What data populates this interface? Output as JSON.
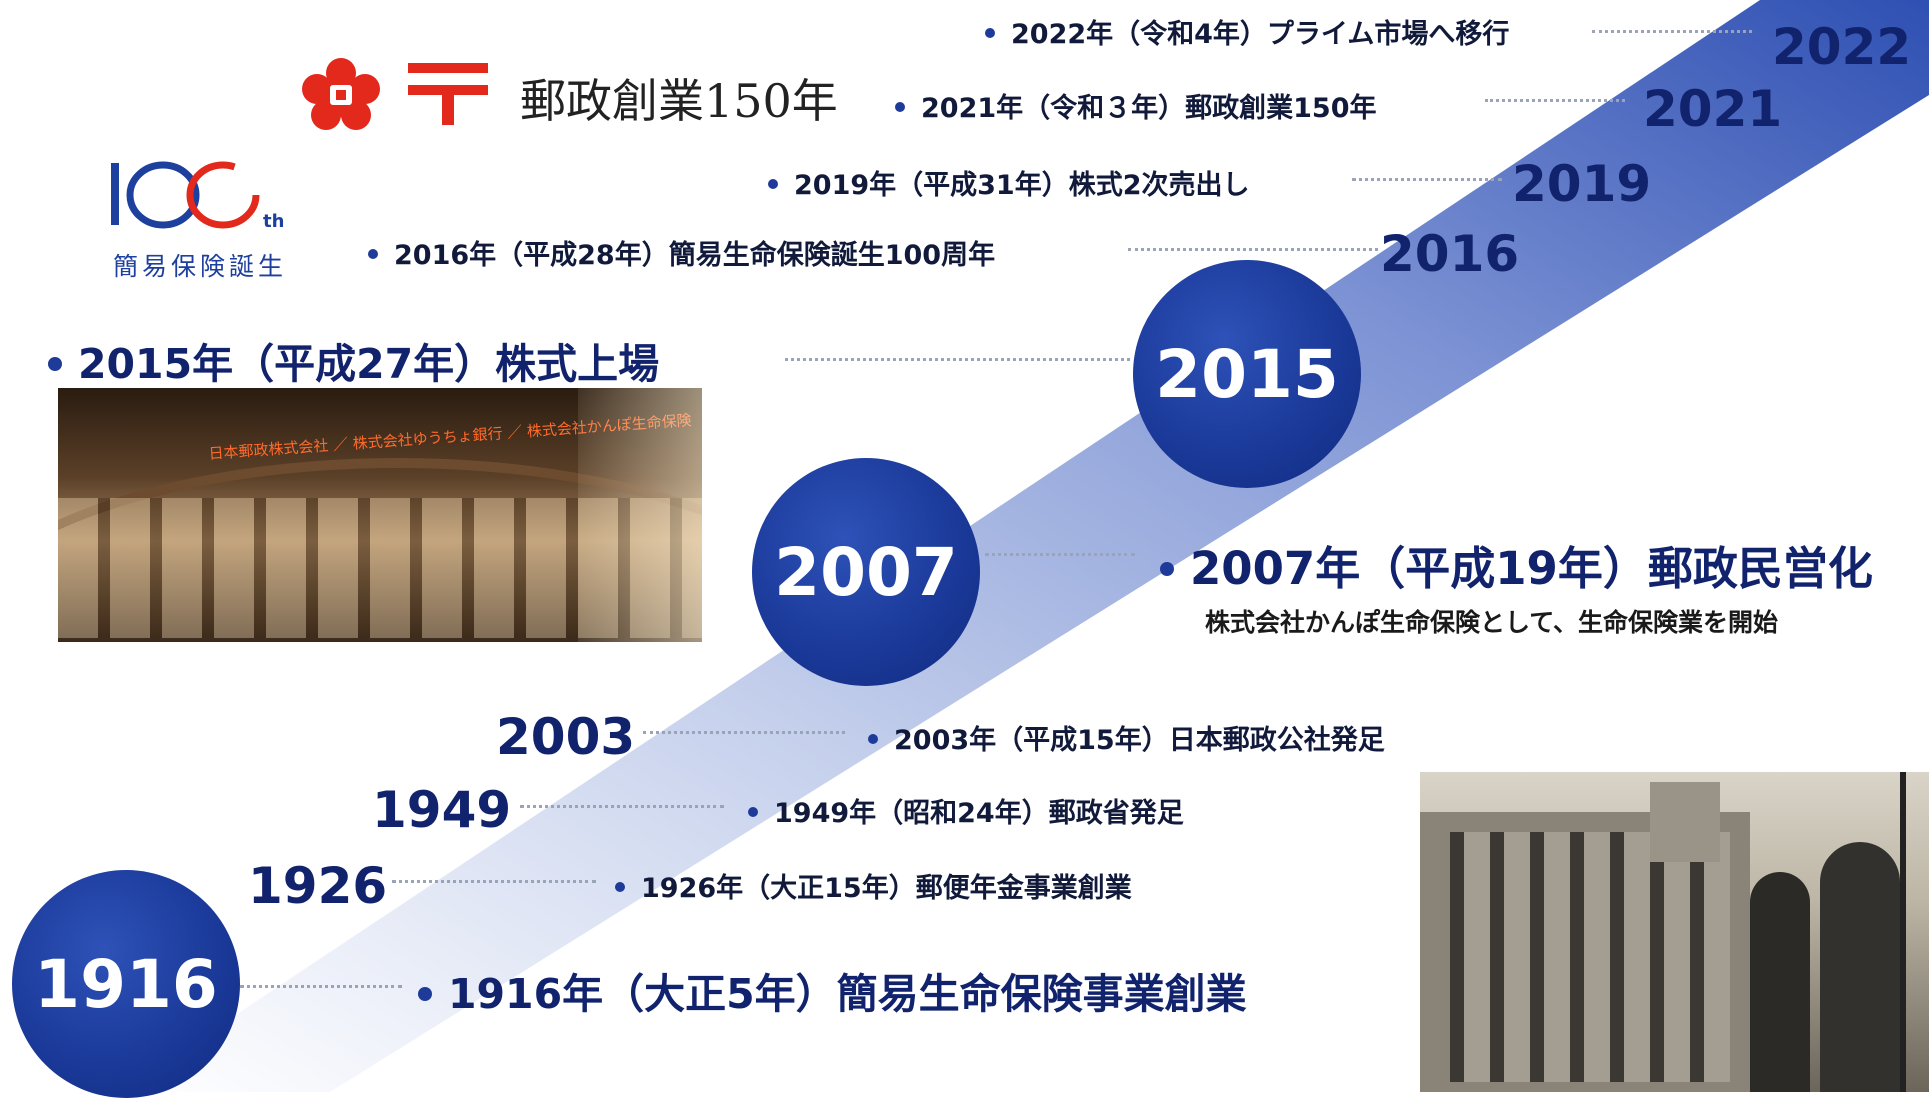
{
  "logos": {
    "yusei_label": "郵政創業150年",
    "hundred_text": "100",
    "hundred_suffix": "th",
    "kanpo_label": "簡易保険誕生"
  },
  "milestones": [
    {
      "year": "2022",
      "text": "2022年（令和4年）プライム市場へ移行"
    },
    {
      "year": "2021",
      "text": "2021年（令和３年）郵政創業150年"
    },
    {
      "year": "2019",
      "text": "2019年（平成31年）株式2次売出し"
    },
    {
      "year": "2016",
      "text": "2016年（平成28年）簡易生命保険誕生100周年"
    },
    {
      "year": "2015",
      "text": "2015年（平成27年）株式上場"
    },
    {
      "year": "2007",
      "text": "2007年（平成19年）郵政民営化",
      "subtext": "株式会社かんぽ生命保険として、生命保険業を開始"
    },
    {
      "year": "2003",
      "text": "2003年（平成15年）日本郵政公社発足"
    },
    {
      "year": "1949",
      "text": "1949年（昭和24年）郵政省発足"
    },
    {
      "year": "1926",
      "text": "1926年（大正15年）郵便年金事業創業"
    },
    {
      "year": "1916",
      "text": "1916年（大正5年）簡易生命保険事業創業"
    }
  ],
  "photo_ticker": "日本郵政株式会社 ／ 株式会社ゆうちょ銀行 ／ 株式会社かんぽ生命保険",
  "colors": {
    "navy": "#12236e",
    "circle": "#1b3a9a",
    "band_light": "#ffffff",
    "band_dark": "#3d5fbd"
  }
}
